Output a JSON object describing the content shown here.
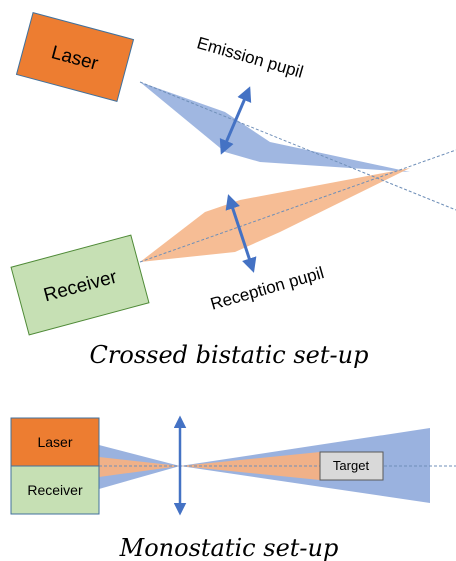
{
  "top": {
    "laser_label": "Laser",
    "receiver_label": "Receiver",
    "emission_label": "Emission pupil",
    "reception_label": "Reception pupil",
    "caption": "Crossed bistatic set-up"
  },
  "bottom": {
    "laser_label": "Laser",
    "receiver_label": "Receiver",
    "target_label": "Target",
    "caption": "Monostatic set-up"
  },
  "colors": {
    "laser": "#ed7d31",
    "receiver": "#c6e0b4",
    "receiver_border": "#4f8a37",
    "emission_beam": "#8faadc",
    "reception_beam": "#f4b183",
    "lens": "#4472c4",
    "target_fill": "#d9d9d9",
    "box_border": "#41719c"
  }
}
